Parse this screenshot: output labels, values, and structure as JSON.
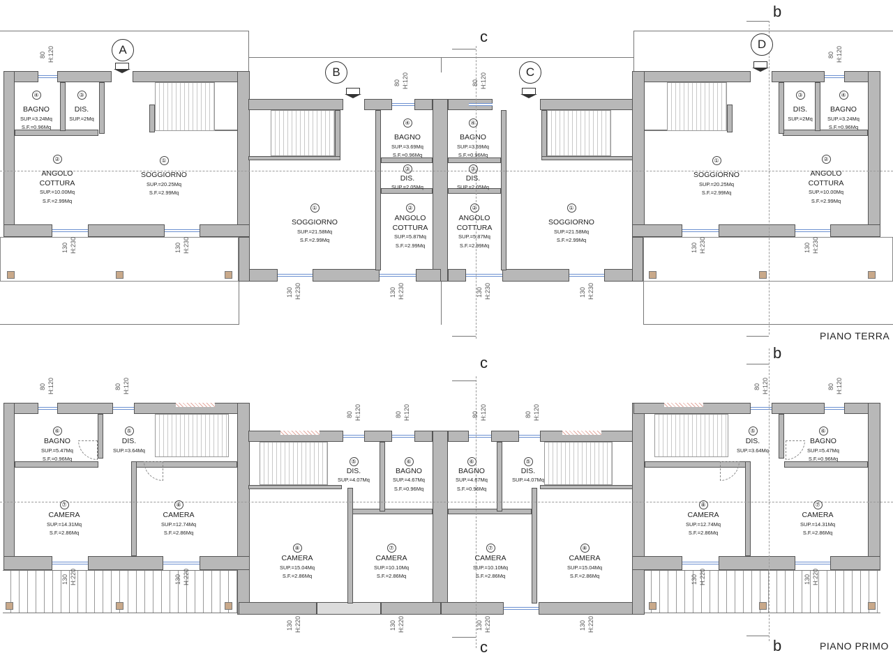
{
  "entries": [
    "A",
    "B",
    "C",
    "D"
  ],
  "sections": {
    "b": "b",
    "c": "c"
  },
  "floors": {
    "ground": "PIANO TERRA",
    "first": "PIANO PRIMO"
  },
  "dims": {
    "w80": "80",
    "h120": "H:120",
    "w130": "130",
    "h230": "H:230",
    "h220": "H:220"
  },
  "ground": {
    "left": [
      {
        "num": "④",
        "name": "BAGNO",
        "sup": "SUP.=3.24Mq",
        "sf": "S.F.=0.96Mq"
      },
      {
        "num": "③",
        "name": "DIS.",
        "sup": "SUP.=2Mq",
        "sf": ""
      },
      {
        "num": "②",
        "name": "ANGOLO\nCOTTURA",
        "sup": "SUP.=10.00Mq",
        "sf": "S.F.=2.99Mq"
      },
      {
        "num": "①",
        "name": "SOGGIORNO",
        "sup": "SUP.=20.25Mq",
        "sf": "S.F.=2.99Mq"
      }
    ],
    "midB": [
      {
        "num": "④",
        "name": "BAGNO",
        "sup": "SUP.=3.69Mq",
        "sf": "S.F.=0.96Mq"
      },
      {
        "num": "③",
        "name": "DIS.",
        "sup": "SUP.=2.05Mq",
        "sf": ""
      },
      {
        "num": "②",
        "name": "ANGOLO\nCOTTURA",
        "sup": "SUP.=5.87Mq",
        "sf": "S.F.=2.99Mq"
      },
      {
        "num": "①",
        "name": "SOGGIORNO",
        "sup": "SUP.=21.58Mq",
        "sf": "S.F.=2.99Mq"
      }
    ],
    "midC": [
      {
        "num": "④",
        "name": "BAGNO",
        "sup": "SUP.=3.69Mq",
        "sf": "S.F.=0.96Mq"
      },
      {
        "num": "③",
        "name": "DIS.",
        "sup": "SUP.=2.05Mq",
        "sf": ""
      },
      {
        "num": "②",
        "name": "ANGOLO\nCOTTURA",
        "sup": "SUP.=5.87Mq",
        "sf": "S.F.=2.99Mq"
      },
      {
        "num": "①",
        "name": "SOGGIORNO",
        "sup": "SUP.=21.58Mq",
        "sf": "S.F.=2.99Mq"
      }
    ],
    "right": [
      {
        "num": "③",
        "name": "DIS.",
        "sup": "SUP.=2Mq",
        "sf": ""
      },
      {
        "num": "④",
        "name": "BAGNO",
        "sup": "SUP.=3.24Mq",
        "sf": "S.F.=0.96Mq"
      },
      {
        "num": "①",
        "name": "SOGGIORNO",
        "sup": "SUP.=20.25Mq",
        "sf": "S.F.=2.99Mq"
      },
      {
        "num": "②",
        "name": "ANGOLO\nCOTTURA",
        "sup": "SUP.=10.00Mq",
        "sf": "S.F.=2.99Mq"
      }
    ]
  },
  "first": {
    "left": [
      {
        "num": "⑥",
        "name": "BAGNO",
        "sup": "SUP.=5.47Mq",
        "sf": "S.F.=0.96Mq"
      },
      {
        "num": "⑤",
        "name": "DIS.",
        "sup": "SUP.=3.64Mq",
        "sf": ""
      },
      {
        "num": "⑦",
        "name": "CAMERA",
        "sup": "SUP.=14.31Mq",
        "sf": "S.F.=2.86Mq"
      },
      {
        "num": "⑧",
        "name": "CAMERA",
        "sup": "SUP.=12.74Mq",
        "sf": "S.F.=2.86Mq"
      }
    ],
    "midB": [
      {
        "num": "⑤",
        "name": "DIS.",
        "sup": "SUP.=4.07Mq",
        "sf": ""
      },
      {
        "num": "⑥",
        "name": "BAGNO",
        "sup": "SUP.=4.67Mq",
        "sf": "S.F.=0.96Mq"
      },
      {
        "num": "⑧",
        "name": "CAMERA",
        "sup": "SUP.=15.04Mq",
        "sf": "S.F.=2.86Mq"
      },
      {
        "num": "⑦",
        "name": "CAMERA",
        "sup": "SUP.=10.10Mq",
        "sf": "S.F.=2.86Mq"
      }
    ],
    "midC": [
      {
        "num": "⑥",
        "name": "BAGNO",
        "sup": "SUP.=4.67Mq",
        "sf": "S.F.=0.96Mq"
      },
      {
        "num": "⑤",
        "name": "DIS.",
        "sup": "SUP.=4.07Mq",
        "sf": ""
      },
      {
        "num": "⑦",
        "name": "CAMERA",
        "sup": "SUP.=10.10Mq",
        "sf": "S.F.=2.86Mq"
      },
      {
        "num": "⑧",
        "name": "CAMERA",
        "sup": "SUP.=15.04Mq",
        "sf": "S.F.=2.86Mq"
      }
    ],
    "right": [
      {
        "num": "⑤",
        "name": "DIS.",
        "sup": "SUP.=3.64Mq",
        "sf": ""
      },
      {
        "num": "⑥",
        "name": "BAGNO",
        "sup": "SUP.=5.47Mq",
        "sf": "S.F.=0.96Mq"
      },
      {
        "num": "⑧",
        "name": "CAMERA",
        "sup": "SUP.=12.74Mq",
        "sf": "S.F.=2.86Mq"
      },
      {
        "num": "⑦",
        "name": "CAMERA",
        "sup": "SUP.=14.31Mq",
        "sf": "S.F.=2.86Mq"
      }
    ]
  }
}
